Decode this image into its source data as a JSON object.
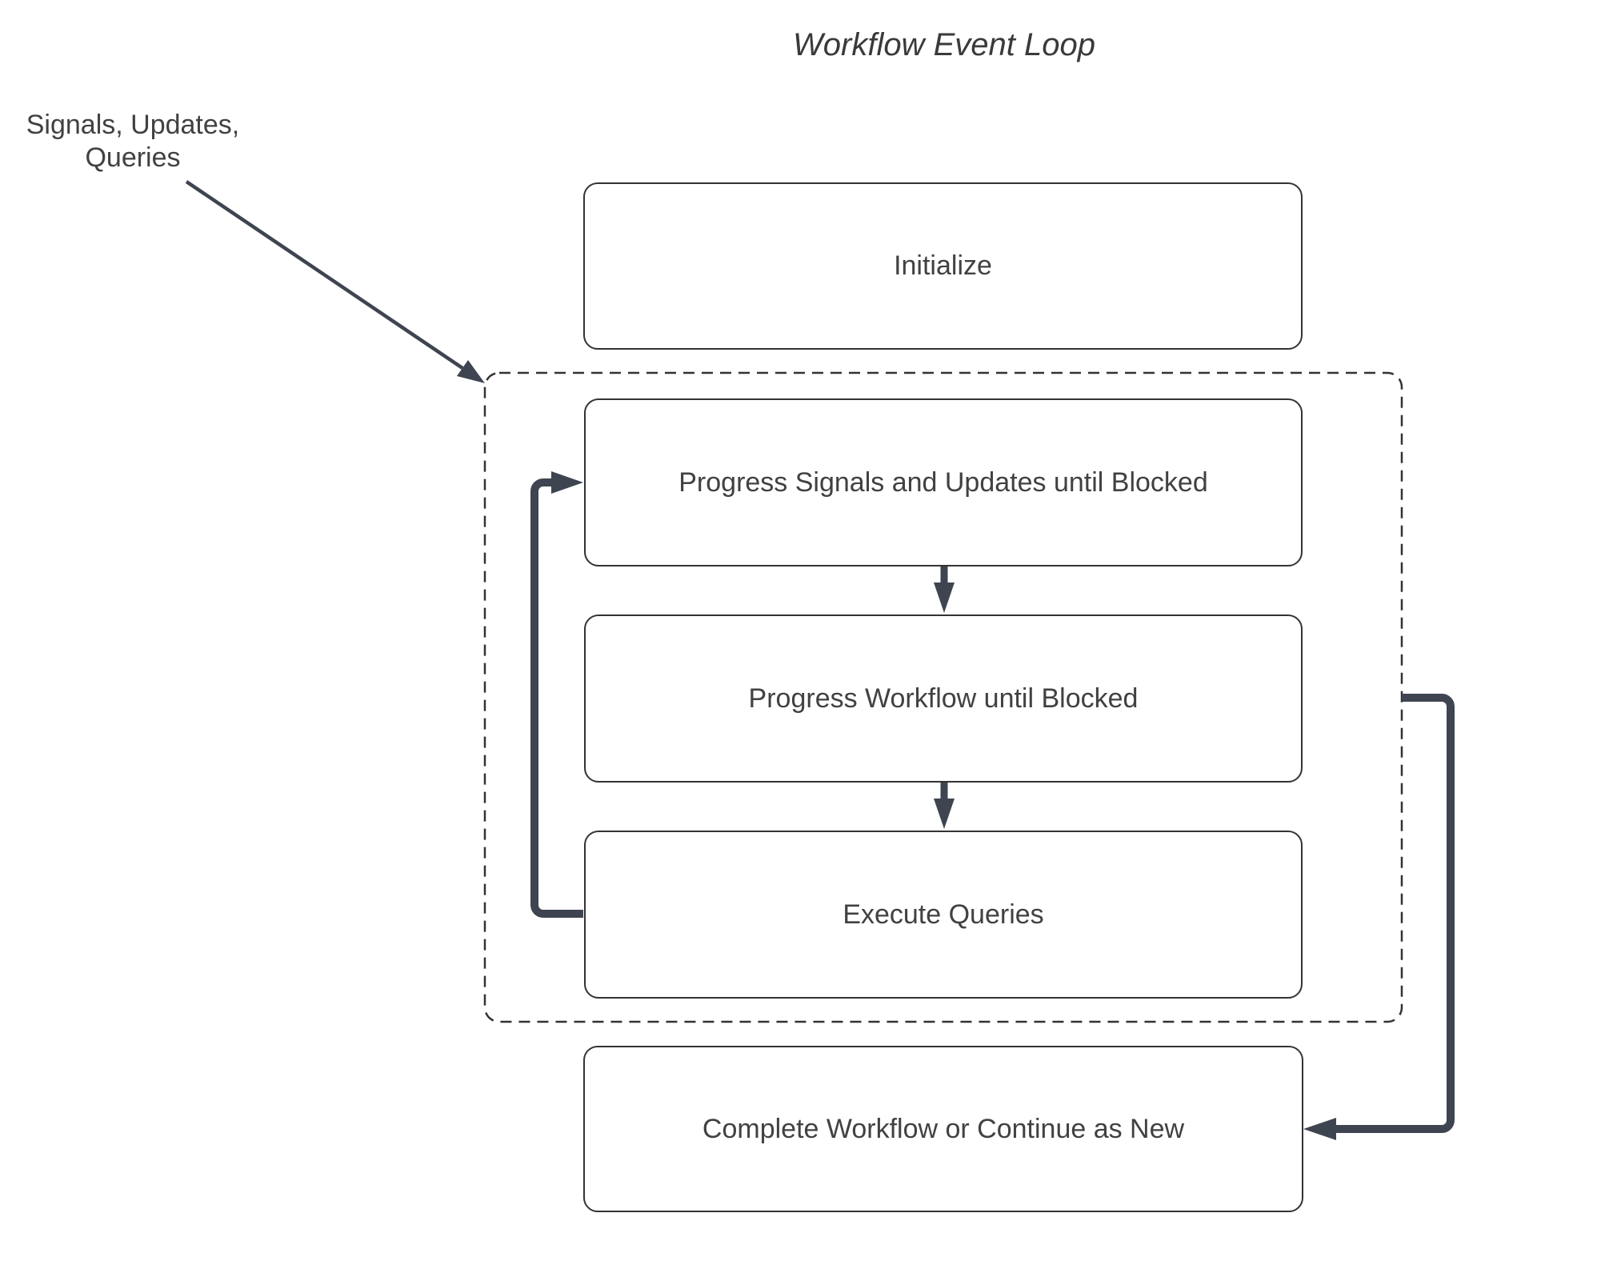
{
  "title": "Workflow Event Loop",
  "annotation": {
    "text": "Signals, Updates,\nQueries"
  },
  "nodes": {
    "initialize": {
      "label": "Initialize"
    },
    "progress_signals": {
      "label": "Progress Signals and Updates until Blocked"
    },
    "progress_workflow": {
      "label": "Progress Workflow until Blocked"
    },
    "execute_queries": {
      "label": "Execute Queries"
    },
    "complete_workflow": {
      "label": "Complete Workflow or Continue as New"
    }
  },
  "connectors": {
    "signals_to_loop": "annotation arrow into event loop container",
    "signals_to_workflow": "progress signals to progress workflow",
    "workflow_to_queries": "progress workflow to execute queries",
    "queries_back_to_signals": "execute queries loop back to progress signals",
    "loop_to_complete": "event loop container to complete workflow"
  },
  "colors": {
    "background": "#ffffff",
    "node_fill": "#ffffff",
    "node_border": "#333333",
    "dashed_border": "#333333",
    "connector": "#3e4450",
    "text": "#414141",
    "title_text": "#3a3a3a"
  }
}
